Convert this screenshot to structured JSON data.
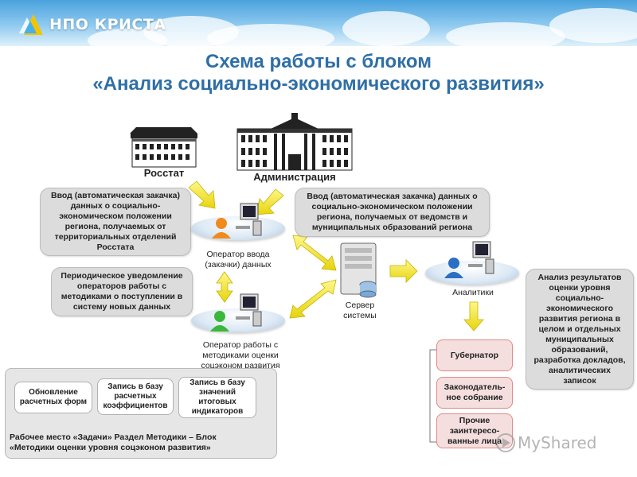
{
  "brand": {
    "logo_text": "НПО КРИСТА"
  },
  "title": {
    "line1": "Схема работы с блоком",
    "line2": "«Анализ социально-экономического развития»"
  },
  "buildings": {
    "rosstat": "Росстат",
    "administration": "Администрация"
  },
  "bubbles": {
    "input_rosstat": "Ввод (автоматическая закачка) данных о социально-экономическом положении региона, получаемых от территориальных отделений Росстата",
    "input_agencies": "Ввод (автоматическая закачка) данных о социально-экономическом положении региона, получаемых от ведомств и муниципальных образований региона",
    "notification": "Периодическое уведомление операторов работы с методиками о поступлении в систему новых данных",
    "analysis": "Анализ результатов оценки уровня социально-экономического развития региона в целом и отдельных муниципальных образований, разработка докладов, аналитических записок"
  },
  "nodes": {
    "operator_input": "Оператор ввода (закачки) данных",
    "server": "Сервер системы",
    "analysts": "Аналитики",
    "operator_methods": "Оператор работы с методиками оценки соцэконом развития"
  },
  "recipients": {
    "governor": "Губернатор",
    "legislature": "Законодатель-ное собрание",
    "others": "Прочие заинтересо-ванные лица"
  },
  "workplace": {
    "step1": "Обновление расчетных форм",
    "step2": "Запись в базу расчетных коэффициентов",
    "step3": "Запись в базу значений итоговых индикаторов",
    "caption_line1": "Рабочее место «Задачи» Раздел Методики – Блок",
    "caption_line2": "«Методики оценки уровня соцэконом развития»"
  },
  "watermark": {
    "text": "MyShared"
  },
  "colors": {
    "title": "#2f6fa6",
    "arrow_yellow": "#f3e21a",
    "arrow_green": "#46c11e",
    "box_red_border": "#e08a8a"
  }
}
